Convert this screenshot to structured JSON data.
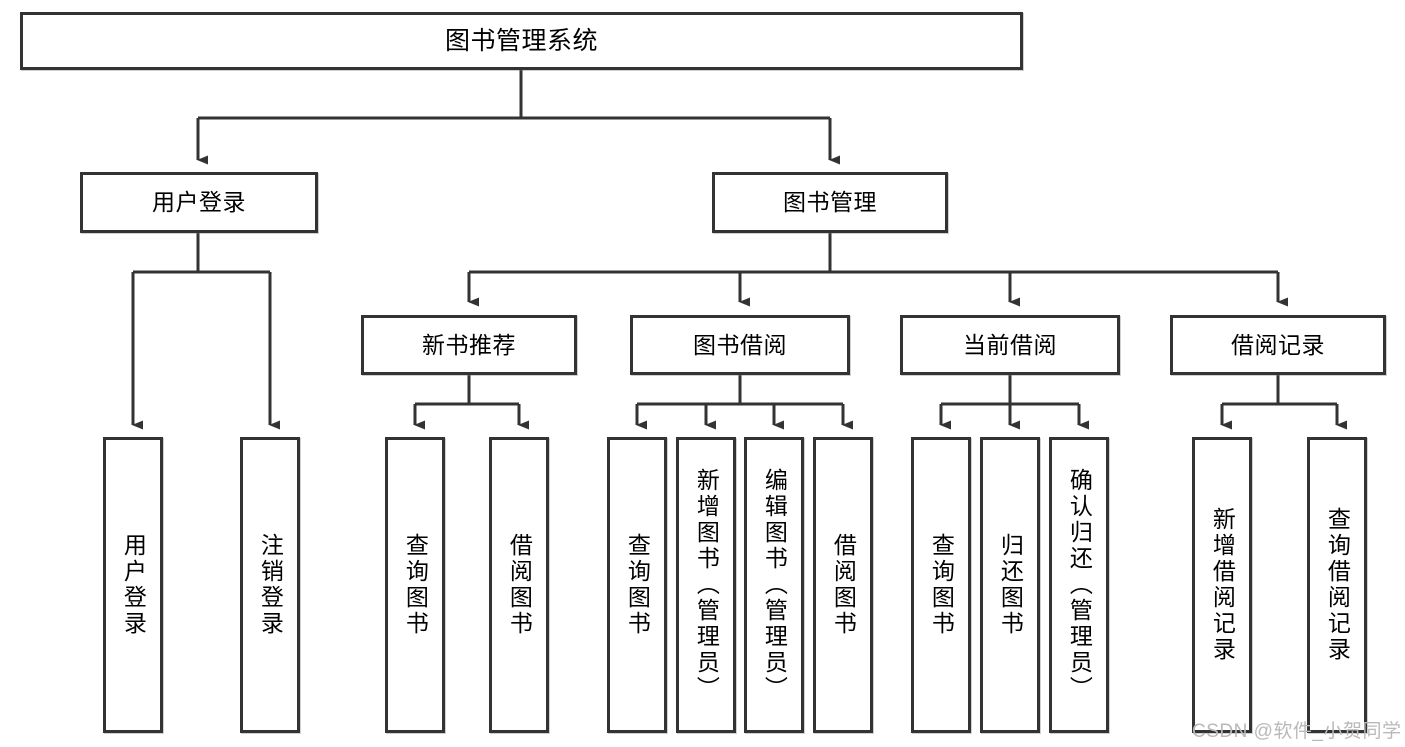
{
  "diagram": {
    "type": "tree",
    "title": "图书管理系统",
    "style": {
      "box_border_color": "#333333",
      "box_fill_color": "#ffffff",
      "edge_color": "#333333",
      "text_color": "#000000",
      "background_color": "#ffffff",
      "watermark_color": "#b9b9b9"
    },
    "root": {
      "id": "root",
      "label": "图书管理系统",
      "orientation": "horizontal"
    },
    "level2": [
      {
        "id": "user-login",
        "label": "用户登录",
        "orientation": "horizontal"
      },
      {
        "id": "book-management",
        "label": "图书管理",
        "orientation": "horizontal"
      }
    ],
    "level3": [
      {
        "id": "new-book-recommend",
        "label": "新书推荐",
        "orientation": "horizontal",
        "parent": "book-management"
      },
      {
        "id": "book-borrow",
        "label": "图书借阅",
        "orientation": "horizontal",
        "parent": "book-management"
      },
      {
        "id": "current-borrow",
        "label": "当前借阅",
        "orientation": "horizontal",
        "parent": "book-management"
      },
      {
        "id": "borrow-record",
        "label": "借阅记录",
        "orientation": "horizontal",
        "parent": "book-management"
      }
    ],
    "leaves": {
      "user_login": [
        {
          "id": "leaf-user-login",
          "label": "用户登录"
        },
        {
          "id": "leaf-logout-login",
          "label": "注销登录"
        }
      ],
      "new_book_recommend": [
        {
          "id": "leaf-query-book-1",
          "label": "查询图书"
        },
        {
          "id": "leaf-borrow-book-1",
          "label": "借阅图书"
        }
      ],
      "book_borrow": [
        {
          "id": "leaf-query-book-2",
          "label": "查询图书"
        },
        {
          "id": "leaf-add-book",
          "label": "新增图书（管理员）"
        },
        {
          "id": "leaf-edit-book",
          "label": "编辑图书（管理员）"
        },
        {
          "id": "leaf-borrow-book-2",
          "label": "借阅图书"
        }
      ],
      "current_borrow": [
        {
          "id": "leaf-query-book-3",
          "label": "查询图书"
        },
        {
          "id": "leaf-return-book",
          "label": "归还图书"
        },
        {
          "id": "leaf-confirm-return",
          "label": "确认归还（管理员）"
        }
      ],
      "borrow_record": [
        {
          "id": "leaf-add-record",
          "label": "新增借阅记录"
        },
        {
          "id": "leaf-query-record",
          "label": "查询借阅记录"
        }
      ]
    },
    "watermark": "CSDN @软件_小贺同学"
  }
}
